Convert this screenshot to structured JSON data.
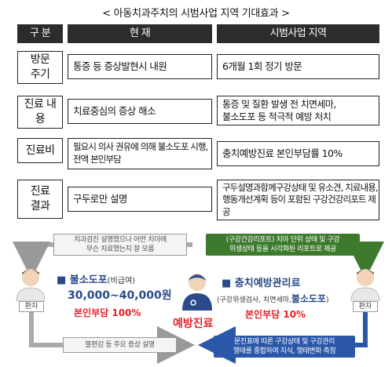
{
  "title": "< 아동치과주치의 시범사업 지역 기대효과 >",
  "table": {
    "headers": [
      "구 분",
      "현 재",
      "시범사업 지역"
    ],
    "rows": [
      {
        "label": "방문\n주기",
        "current": "통증 등 증상발현시 내원",
        "pilot": "6개월 1회 정기 방문"
      },
      {
        "label": "진료 내\n용",
        "current": "치료중심의 증상 해소",
        "pilot": "통증 및 질환 발생 전 치면세마,\n불소도포 등 적극적 예방 처치"
      },
      {
        "label": "진료비",
        "current": "필요시 의사 권유에 의해 불소도포 시행, 전액 본인부담",
        "pilot": "충치예방진료 본인부담률 10%"
      },
      {
        "label": "진료\n결과",
        "current": "구두로만 설명",
        "pilot": "구두설명과함께구강상태 및 유소견, 치료내용, 행동개선계획 등이 포함된 구강건강리포트 제공"
      }
    ]
  },
  "diagram": {
    "note_top_left": "치과검진 설명했으나 어떤 치아에\n무슨 치료했는지 잘 모름",
    "note_bottom_left": "불편감 등 주요 증상 설명",
    "note_top_right": "(구강건강리포트) 치아 단위 상태 및 구강\n위생상태 등을 시각화된 리포트로 제공",
    "note_bottom_right": "문진표에 따른 구강상태 및 구강관리\n행태를 종합하여 지식, 행태변화 측정",
    "patient_label": "환자",
    "left_service": "■ 불소도포",
    "left_service_note": "(비급여)",
    "left_price": "30,000~40,000원",
    "left_copay": "본인부담 100%",
    "center_label": "예방진료",
    "right_service": "■ 충치예방관리료",
    "right_sub_prefix": "(구강위생검사, 치면세마,",
    "right_sub_bold": "불소도포",
    "right_sub_suffix": ")",
    "right_copay": "본인부담 10%"
  },
  "colors": {
    "header_bg": "#2c2c2c",
    "green": "#3d7a2e",
    "blue": "#2a57a8",
    "red": "#e8202a"
  }
}
